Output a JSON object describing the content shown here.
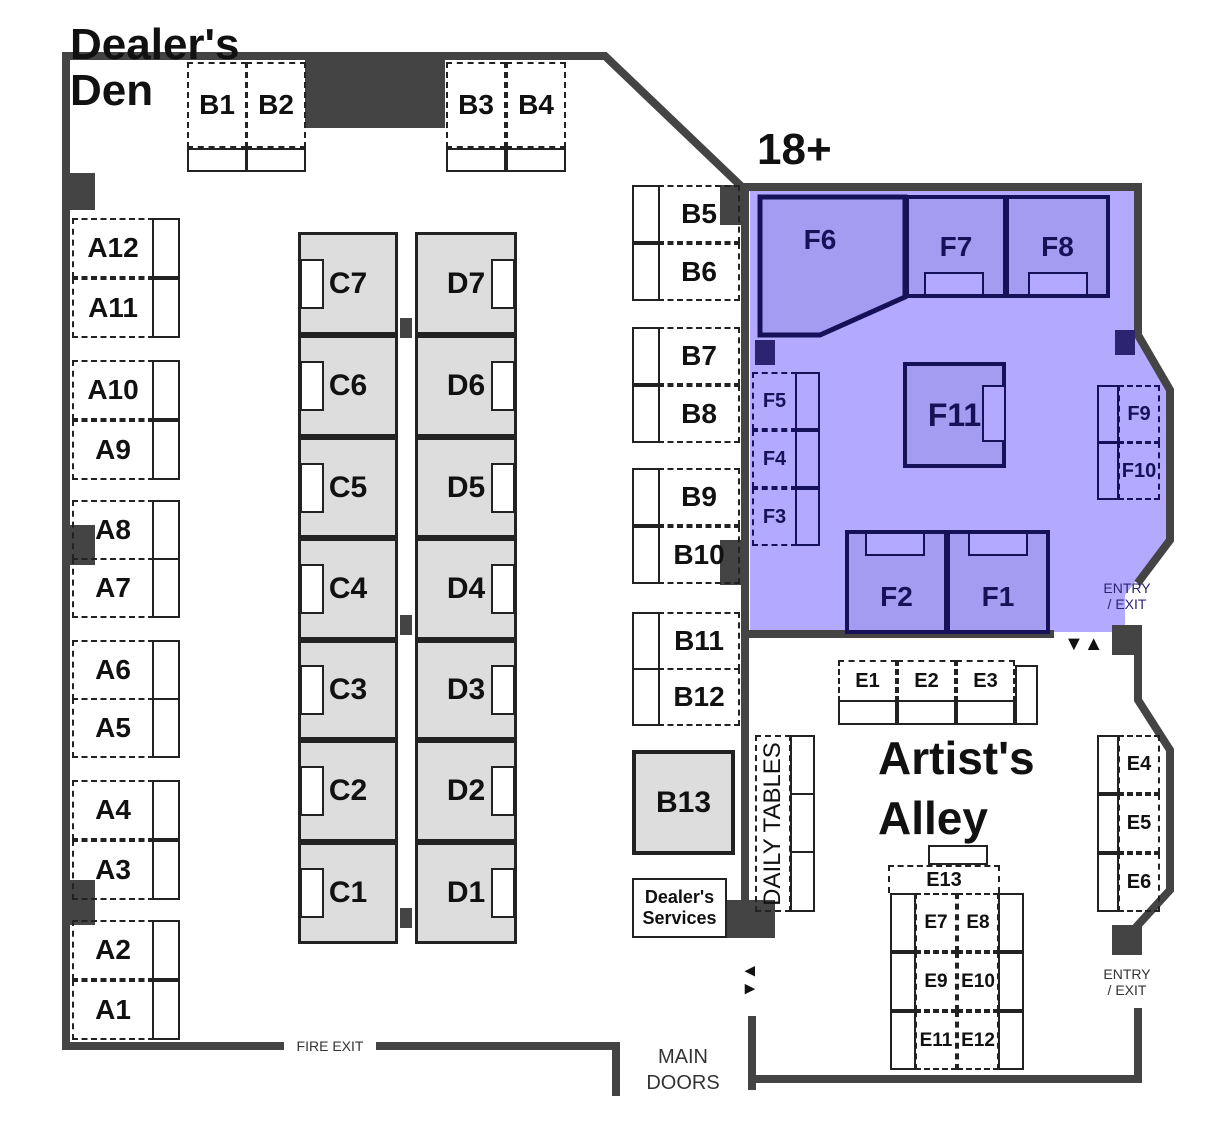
{
  "titles": {
    "dealers_den_line1": "Dealer's",
    "dealers_den_line2": "Den",
    "adult": "18+",
    "artists_alley_line1": "Artist's",
    "artists_alley_line2": "Alley"
  },
  "signs": {
    "fire_exit": "FIRE EXIT",
    "main_doors_line1": "MAIN",
    "main_doors_line2": "DOORS",
    "entry_exit_line1": "ENTRY",
    "entry_exit_line2": "/ EXIT",
    "daily_tables": "DAILY TABLES",
    "dealers_services_line1": "Dealer's",
    "dealers_services_line2": "Services"
  },
  "colors": {
    "adult_zone": "#b3aaff",
    "adult_booth": "#a49cf0",
    "wall": "#444444",
    "booth_grey": "#dddddd"
  },
  "booths": {
    "A1": "A1",
    "A2": "A2",
    "A3": "A3",
    "A4": "A4",
    "A5": "A5",
    "A6": "A6",
    "A7": "A7",
    "A8": "A8",
    "A9": "A9",
    "A10": "A10",
    "A11": "A11",
    "A12": "A12",
    "B1": "B1",
    "B2": "B2",
    "B3": "B3",
    "B4": "B4",
    "B5": "B5",
    "B6": "B6",
    "B7": "B7",
    "B8": "B8",
    "B9": "B9",
    "B10": "B10",
    "B11": "B11",
    "B12": "B12",
    "B13": "B13",
    "C1": "C1",
    "C2": "C2",
    "C3": "C3",
    "C4": "C4",
    "C5": "C5",
    "C6": "C6",
    "C7": "C7",
    "D1": "D1",
    "D2": "D2",
    "D3": "D3",
    "D4": "D4",
    "D5": "D5",
    "D6": "D6",
    "D7": "D7",
    "E1": "E1",
    "E2": "E2",
    "E3": "E3",
    "E4": "E4",
    "E5": "E5",
    "E6": "E6",
    "E7": "E7",
    "E8": "E8",
    "E9": "E9",
    "E10": "E10",
    "E11": "E11",
    "E12": "E12",
    "E13": "E13",
    "F1": "F1",
    "F2": "F2",
    "F3": "F3",
    "F4": "F4",
    "F5": "F5",
    "F6": "F6",
    "F7": "F7",
    "F8": "F8",
    "F9": "F9",
    "F10": "F10",
    "F11": "F11"
  }
}
